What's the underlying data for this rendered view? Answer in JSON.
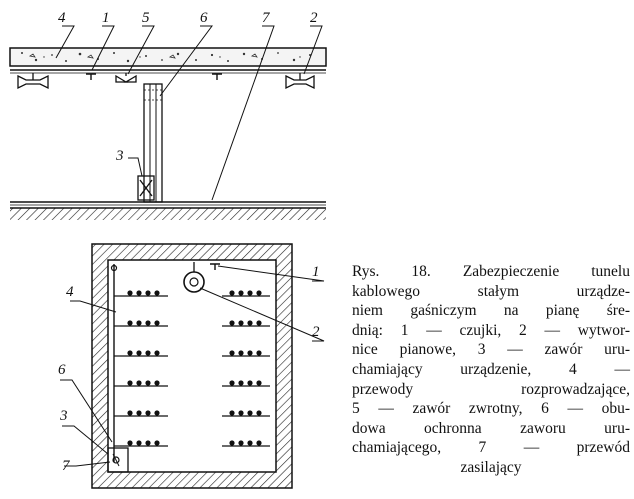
{
  "figure": {
    "top_view_labels": [
      "4",
      "1",
      "5",
      "6",
      "7",
      "2",
      "3"
    ],
    "cross_section_labels": [
      "1",
      "2",
      "4",
      "6",
      "3",
      "7"
    ]
  },
  "caption": {
    "lines": [
      "Rys. 18. Zabezpieczenie tunelu",
      "kablowego stałym urządze-",
      "niem gaśniczym na pianę śre-",
      "dnią: 1 — czujki, 2 — wytwor-",
      "nice pianowe, 3 — zawór uru-",
      "chamiający urządzenie, 4 —",
      "przewody rozprowadzające,",
      "5 — zawór zwrotny, 6 — obu-",
      "dowa ochronna zaworu uru-",
      "chamiającego, 7 — przewód",
      "zasilający"
    ]
  }
}
